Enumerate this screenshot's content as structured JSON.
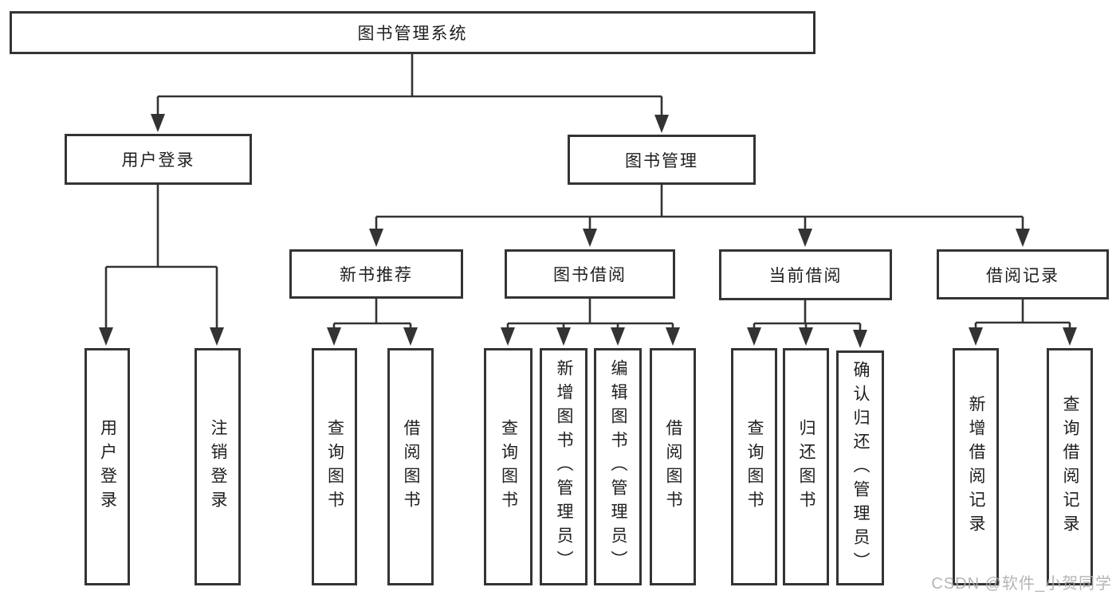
{
  "tree": {
    "root": "图书管理系统",
    "level2": [
      {
        "id": "user-login",
        "label": "用户登录",
        "children": [
          "用户登录",
          "注销登录"
        ]
      },
      {
        "id": "book-management",
        "label": "图书管理",
        "sections": [
          {
            "id": "new-book-recommend",
            "label": "新书推荐",
            "children": [
              "查询图书",
              "借阅图书"
            ]
          },
          {
            "id": "book-borrow",
            "label": "图书借阅",
            "children": [
              "查询图书",
              "新增图书（管理员）",
              "编辑图书（管理员）",
              "借阅图书"
            ]
          },
          {
            "id": "current-borrow",
            "label": "当前借阅",
            "children": [
              "查询图书",
              "归还图书",
              "确认归还（管理员）"
            ]
          },
          {
            "id": "borrow-record",
            "label": "借阅记录",
            "children": [
              "新增借阅记录",
              "查询借阅记录"
            ]
          }
        ]
      }
    ]
  },
  "watermark": {
    "text": "CSDN @软件_小贺同学"
  },
  "colors": {
    "line": "#333333",
    "box_border": "#343434",
    "text": "#1e1e1e",
    "background": "#ffffff",
    "watermark": "#adadad"
  }
}
